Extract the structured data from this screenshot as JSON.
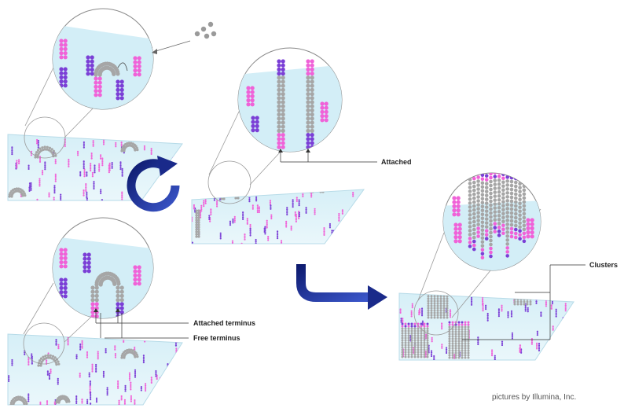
{
  "labels": {
    "attached": "Attached",
    "attached_terminus": "Attached terminus",
    "free_terminus": "Free terminus",
    "clusters": "Clusters"
  },
  "credit": "pictures by Illumina, Inc.",
  "colors": {
    "surface": "#c9e9f3",
    "surface_edge": "#a9d6e6",
    "magnifier_fill": "#dff2f8",
    "pink": "#f062d8",
    "purple": "#7b3fd6",
    "grey": "#a6a6a6",
    "arrow": "#1a2a8a"
  },
  "icons": [
    "cycle-arrow-icon",
    "bend-arrow-icon"
  ]
}
